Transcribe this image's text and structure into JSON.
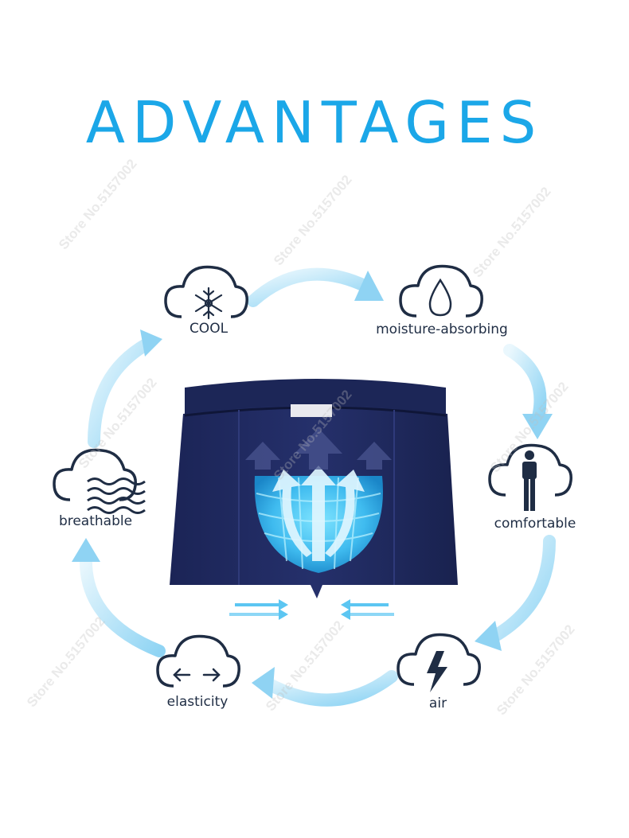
{
  "title": "ADVANTAGES",
  "features": [
    {
      "label": "COOL",
      "icon": "snowflake-icon"
    },
    {
      "label": "moisture-absorbing",
      "icon": "water-drop-icon"
    },
    {
      "label": "comfortable",
      "icon": "person-icon"
    },
    {
      "label": "air",
      "icon": "lightning-icon"
    },
    {
      "label": "elasticity",
      "icon": "stretch-arrows-icon"
    },
    {
      "label": "breathable",
      "icon": "waves-icon"
    }
  ],
  "watermark": "Store No.5157002",
  "colors": {
    "title": "#1ba7e8",
    "cycle_arrow": "#9fd9f4",
    "cloud_outline": "#1f2d44",
    "garment": "#1a2456",
    "highlight": "#48c8f2"
  }
}
